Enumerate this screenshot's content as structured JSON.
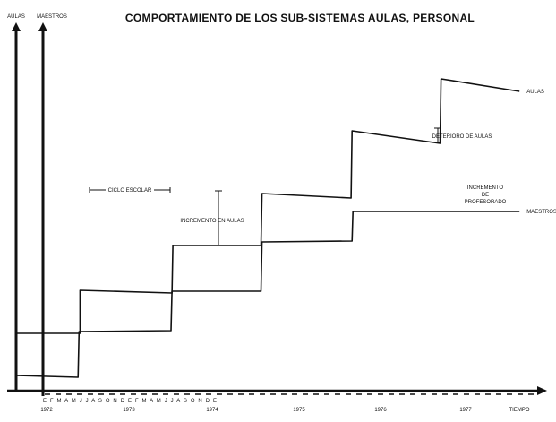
{
  "chart_data": {
    "type": "line",
    "title": "COMPORTAMIENTO DE LOS SUB-SISTEMAS AULAS, PERSONAL",
    "y_axes": [
      "AULAS",
      "MAESTROS"
    ],
    "xlabel": "TIEMPO",
    "month_ticks": "E F M A M J J A S O N D E F M A M J J A S O N D E",
    "years": [
      "1972",
      "1973",
      "1974",
      "1975",
      "1976",
      "1977"
    ],
    "series": [
      {
        "name": "AULAS",
        "points": [
          [
            0,
            64
          ],
          [
            6.6,
            64
          ],
          [
            6.6,
            112
          ],
          [
            16.1,
            109
          ],
          [
            16.2,
            162
          ],
          [
            25.3,
            162
          ],
          [
            25.4,
            220
          ],
          [
            34.6,
            215
          ],
          [
            34.7,
            290
          ],
          [
            43.8,
            276
          ],
          [
            43.9,
            348
          ],
          [
            52,
            334
          ]
        ]
      },
      {
        "name": "MAESTROS",
        "points": [
          [
            0,
            17
          ],
          [
            6.4,
            15
          ],
          [
            6.5,
            66
          ],
          [
            16.0,
            67
          ],
          [
            16.1,
            111
          ],
          [
            25.3,
            111
          ],
          [
            25.4,
            166
          ],
          [
            34.7,
            167
          ],
          [
            34.8,
            200
          ],
          [
            43.8,
            200
          ],
          [
            52,
            200
          ]
        ]
      }
    ],
    "annotations": {
      "ciclo": "CICLO ESCOLAR",
      "incremento_aulas": "INCREMENTO EN AULAS",
      "deterioro": "DETERIORO DE AULAS",
      "incremento_profesorado": [
        "INCREMENTO",
        "DE",
        "PROFESORADO"
      ]
    },
    "xlim": [
      0,
      53
    ],
    "ylim": [
      0,
      370
    ],
    "grid": false
  }
}
